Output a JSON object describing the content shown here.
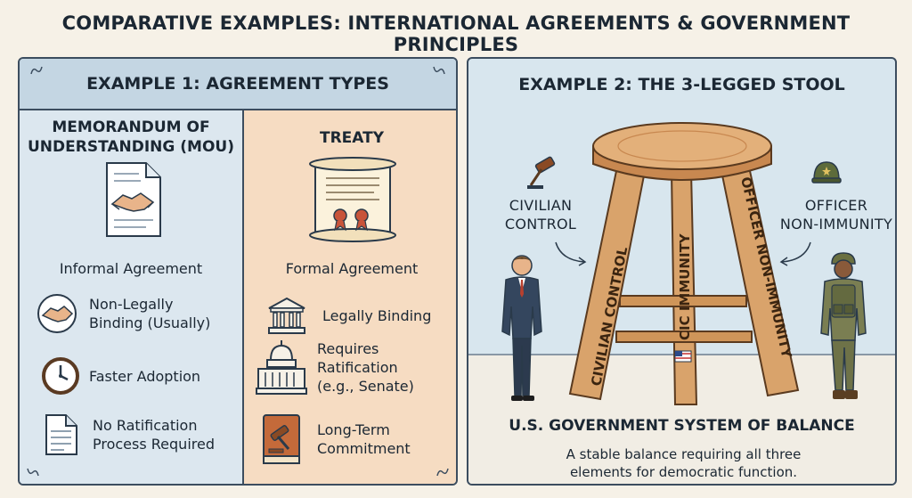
{
  "title": "COMPARATIVE EXAMPLES: INTERNATIONAL AGREEMENTS & GOVERNMENT PRINCIPLES",
  "example1": {
    "header": "EXAMPLE 1: AGREEMENT TYPES",
    "mou": {
      "title_line1": "MEMORANDUM OF",
      "title_line2": "UNDERSTANDING (MOU)",
      "subtitle": "Informal Agreement",
      "items": [
        {
          "line1": "Non-Legally",
          "line2": "Binding (Usually)",
          "icon": "handshake-icon"
        },
        {
          "line1": "Faster Adoption",
          "line2": "",
          "icon": "clock-icon"
        },
        {
          "line1": "No Ratification",
          "line2": "Process Required",
          "icon": "document-icon"
        }
      ]
    },
    "treaty": {
      "title": "TREATY",
      "subtitle": "Formal Agreement",
      "items": [
        {
          "line1": "Legally Binding",
          "line2": "",
          "line3": "",
          "icon": "courthouse-icon"
        },
        {
          "line1": "Requires",
          "line2": "Ratification",
          "line3": "(e.g., Senate)",
          "icon": "capitol-icon"
        },
        {
          "line1": "Long-Term",
          "line2": "Commitment",
          "line3": "",
          "icon": "law-book-icon"
        }
      ]
    }
  },
  "example2": {
    "header": "EXAMPLE 2: THE 3-LEGGED STOOL",
    "label_left_line1": "CIVILIAN",
    "label_left_line2": "CONTROL",
    "label_right_line1": "OFFICER",
    "label_right_line2": "NON-IMMUNITY",
    "legs": [
      "CIVILIAN CONTROL",
      "CIC IMMUNITY",
      "OFFICER NON-IMMUNITY"
    ],
    "system_title": "U.S. GOVERNMENT SYSTEM OF BALANCE",
    "description_line1": "A stable balance requiring all three",
    "description_line2": "elements for democratic function."
  },
  "colors": {
    "background": "#f6f1e7",
    "mou_column": "#dce7ef",
    "treaty_column": "#f6dcc2",
    "panel_border": "#3c4d5f",
    "wood": "#d9a36b",
    "wood_dark": "#a86c37"
  }
}
